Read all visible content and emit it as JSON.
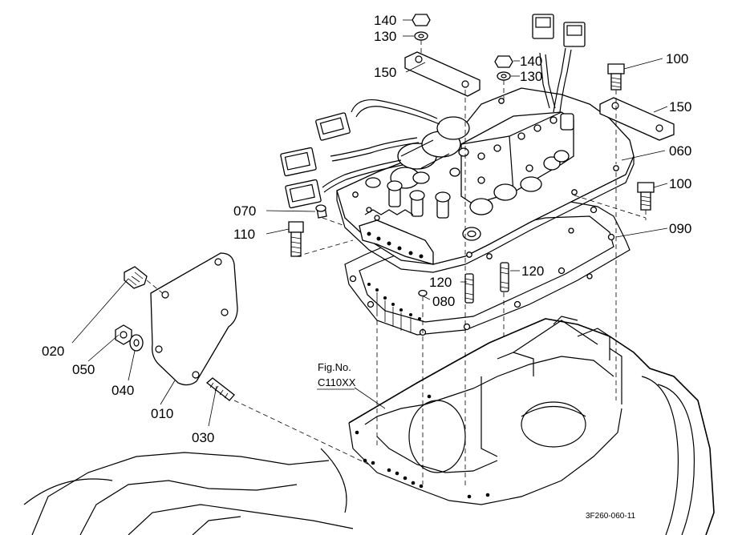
{
  "parts": {
    "p140a": "140",
    "p130a": "130",
    "p150a": "150",
    "p140b": "140",
    "p130b": "130",
    "p100a": "100",
    "p150b": "150",
    "p060": "060",
    "p100b": "100",
    "p070": "070",
    "p110": "110",
    "p090": "090",
    "p120a": "120",
    "p120b": "120",
    "p080": "080",
    "p020": "020",
    "p050": "050",
    "p040": "040",
    "p010": "010",
    "p030": "030"
  },
  "figref": {
    "line1": "Fig.No.",
    "line2": "C110XX"
  },
  "drawing_code": "3F260-060-11"
}
